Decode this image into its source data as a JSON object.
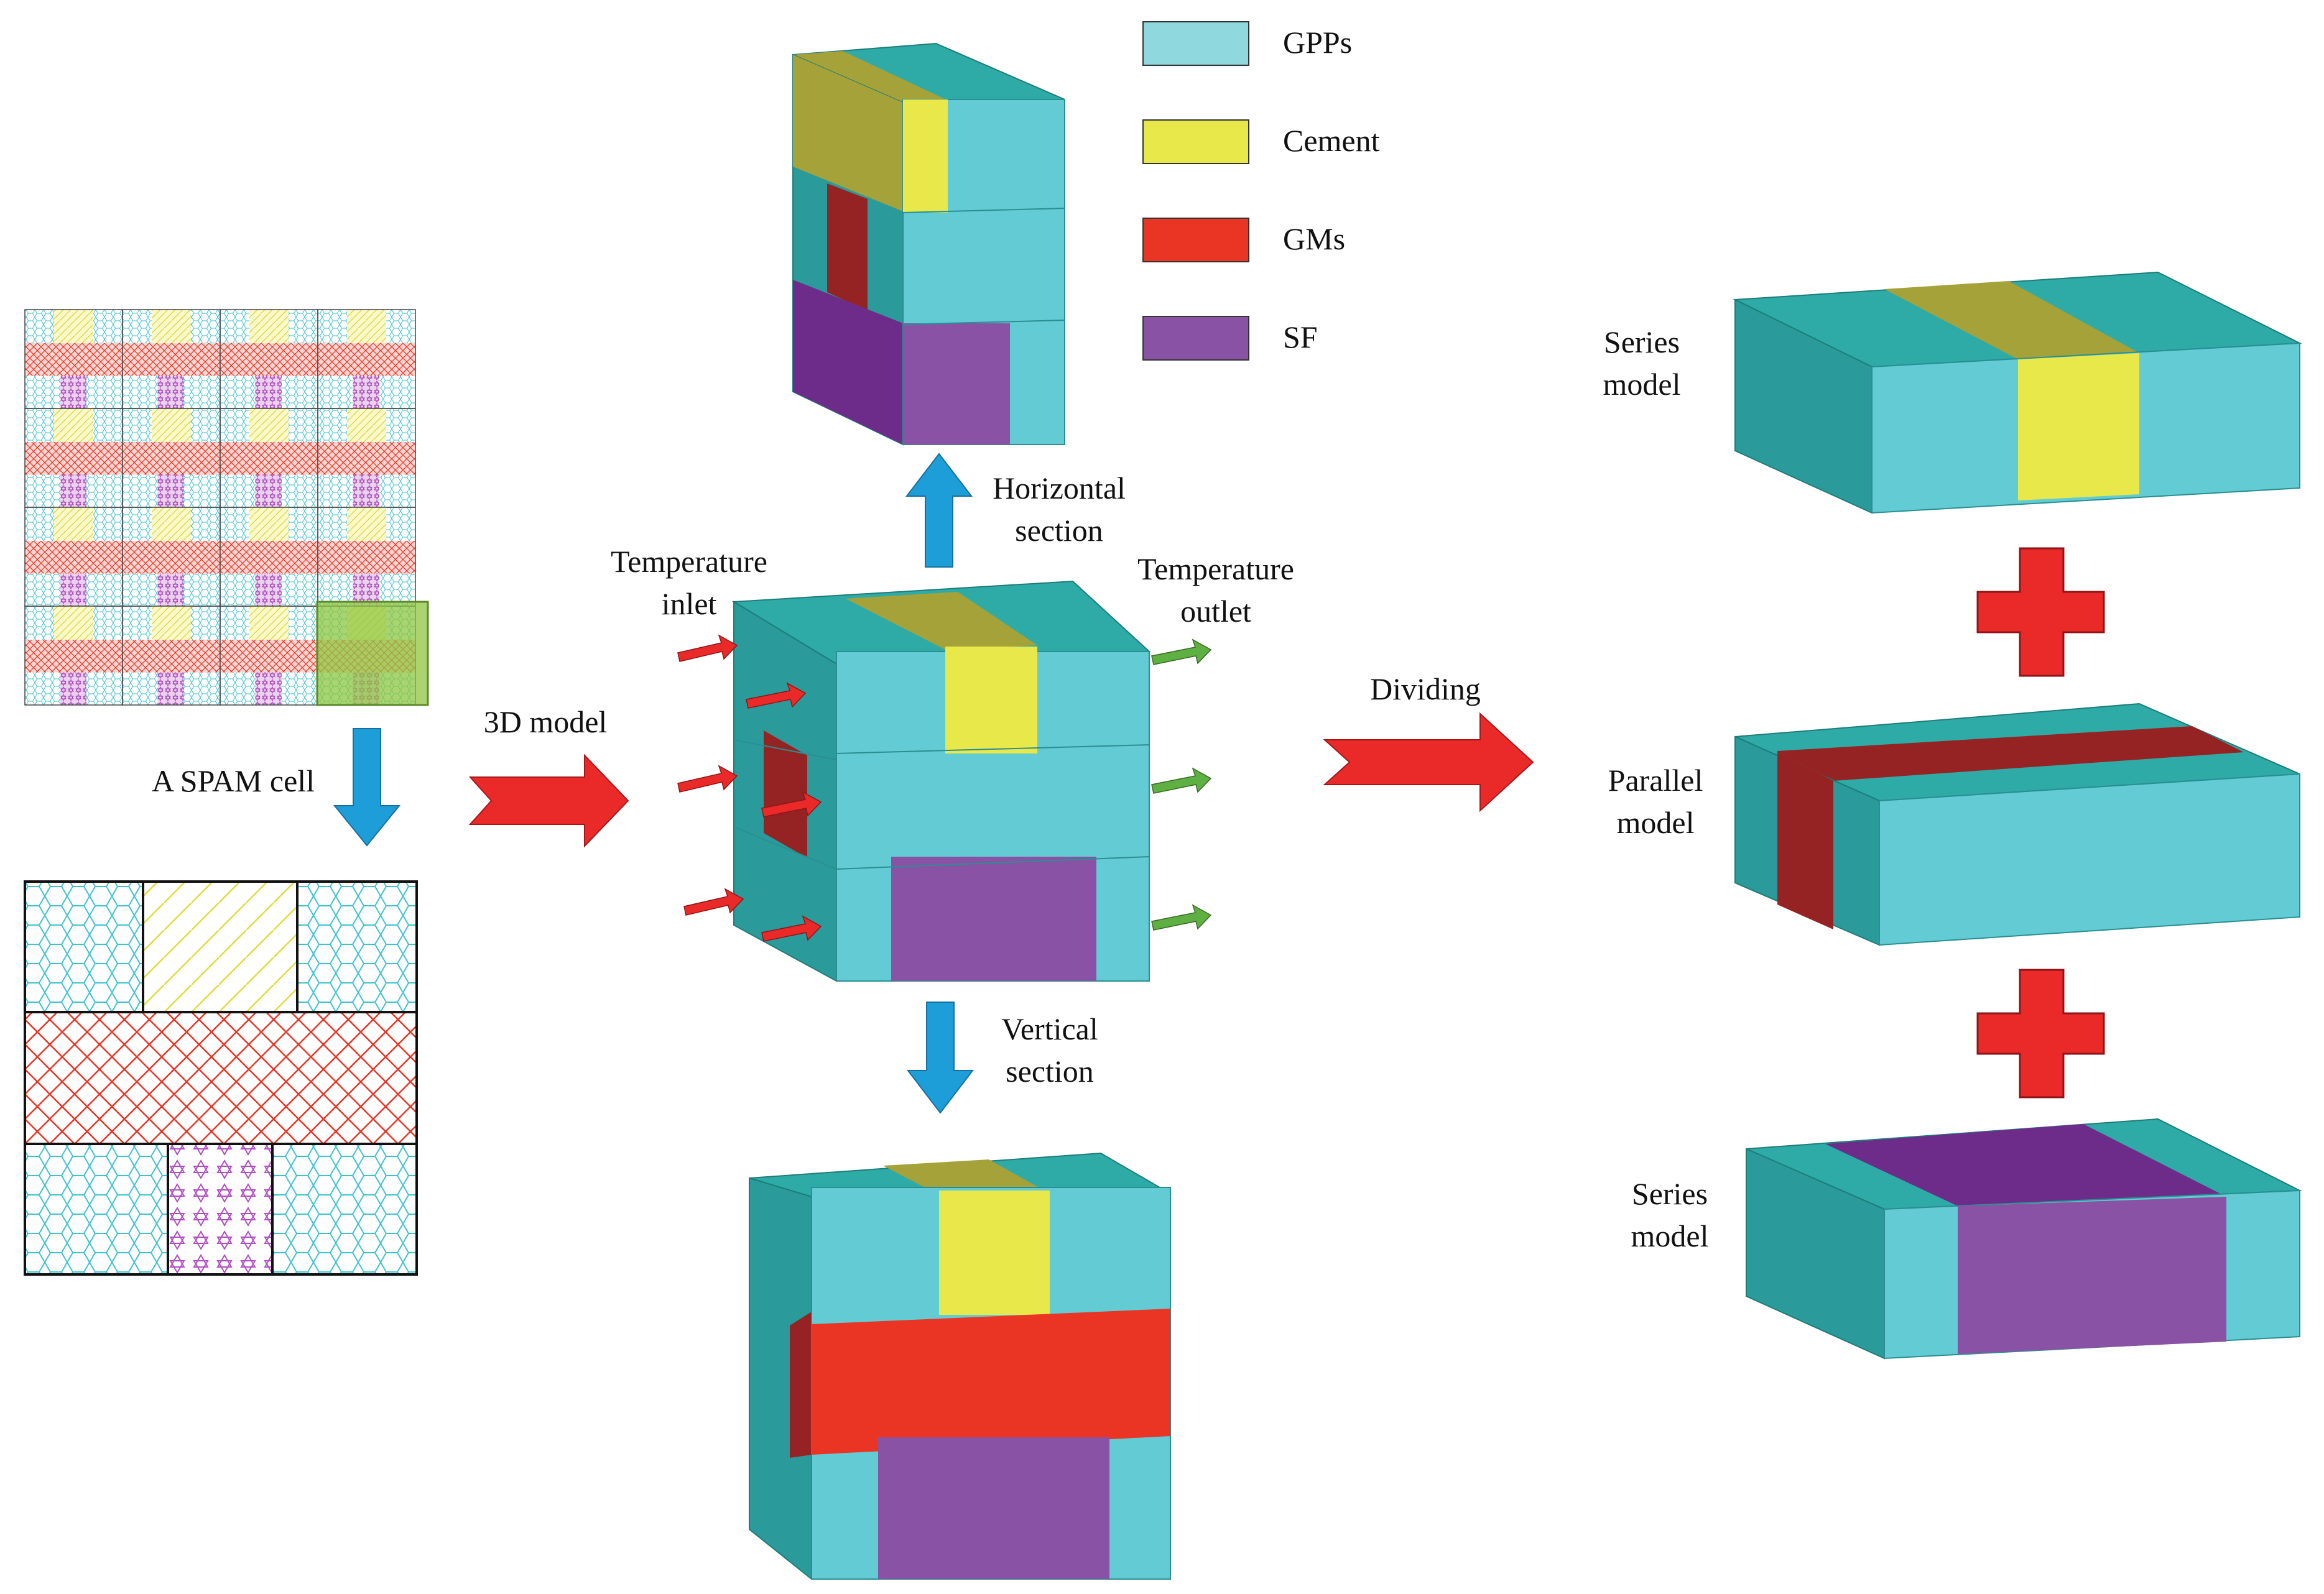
{
  "colors": {
    "gpps": "#62CBD4",
    "gpps_dark": "#2A9B9A",
    "gpps_top": "#2EABA7",
    "cement": "#E9E84A",
    "cement_dark": "#A5A23A",
    "gms": "#EA3424",
    "gms_dark": "#952323",
    "sf": "#8952A4",
    "sf_dark": "#6E2C8A",
    "arrow_blue": "#1E9ED9",
    "arrow_red": "#EA2A28",
    "arrow_green": "#5FB043",
    "highlight": "#8DC63F"
  },
  "legend": {
    "items": [
      {
        "label": "GPPs",
        "color": "#8ED8DE"
      },
      {
        "label": "Cement",
        "color": "#E9E84A"
      },
      {
        "label": "GMs",
        "color": "#EA3424"
      },
      {
        "label": "SF",
        "color": "#8952A4"
      }
    ]
  },
  "labels": {
    "spam_cell": "A SPAM cell",
    "model_3d": "3D model",
    "temp_inlet_1": "Temperature",
    "temp_inlet_2": "inlet",
    "temp_outlet_1": "Temperature",
    "temp_outlet_2": "outlet",
    "horizontal_1": "Horizontal",
    "horizontal_2": "section",
    "vertical_1": "Vertical",
    "vertical_2": "section",
    "dividing": "Dividing",
    "series_top_1": "Series",
    "series_top_2": "model",
    "parallel_1": "Parallel",
    "parallel_2": "model",
    "series_bottom_1": "Series",
    "series_bottom_2": "model"
  }
}
